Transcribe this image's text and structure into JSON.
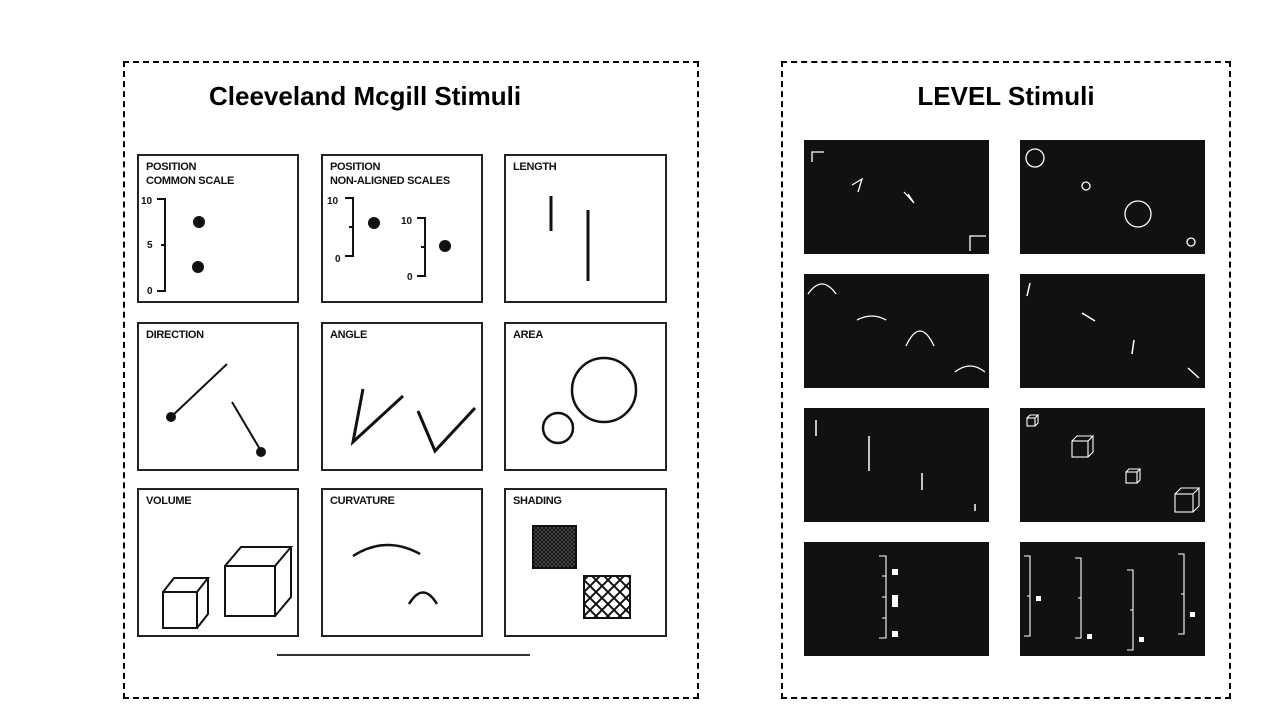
{
  "cleveland": {
    "title": "Cleeveland Mcgill Stimuli",
    "cards": [
      {
        "label_lines": [
          "POSITION",
          "COMMON SCALE"
        ],
        "ticks": [
          "10",
          "5",
          "0"
        ]
      },
      {
        "label_lines": [
          "POSITION",
          "NON-ALIGNED SCALES"
        ],
        "ticks": [
          "10",
          "0",
          "10",
          "0"
        ]
      },
      {
        "label_lines": [
          "LENGTH"
        ]
      },
      {
        "label_lines": [
          "DIRECTION"
        ]
      },
      {
        "label_lines": [
          "ANGLE"
        ]
      },
      {
        "label_lines": [
          "AREA"
        ]
      },
      {
        "label_lines": [
          "VOLUME"
        ]
      },
      {
        "label_lines": [
          "CURVATURE"
        ]
      },
      {
        "label_lines": [
          "SHADING"
        ]
      }
    ]
  },
  "level": {
    "title": "LEVEL Stimuli",
    "tiles": [
      "angle",
      "area",
      "curvature",
      "direction",
      "length",
      "volume",
      "position-common-scale",
      "position-non-aligned-scales"
    ]
  },
  "colors": {
    "stimulus_background": "#111111",
    "stimulus_stroke": "#ffffff",
    "border": "#000000"
  }
}
